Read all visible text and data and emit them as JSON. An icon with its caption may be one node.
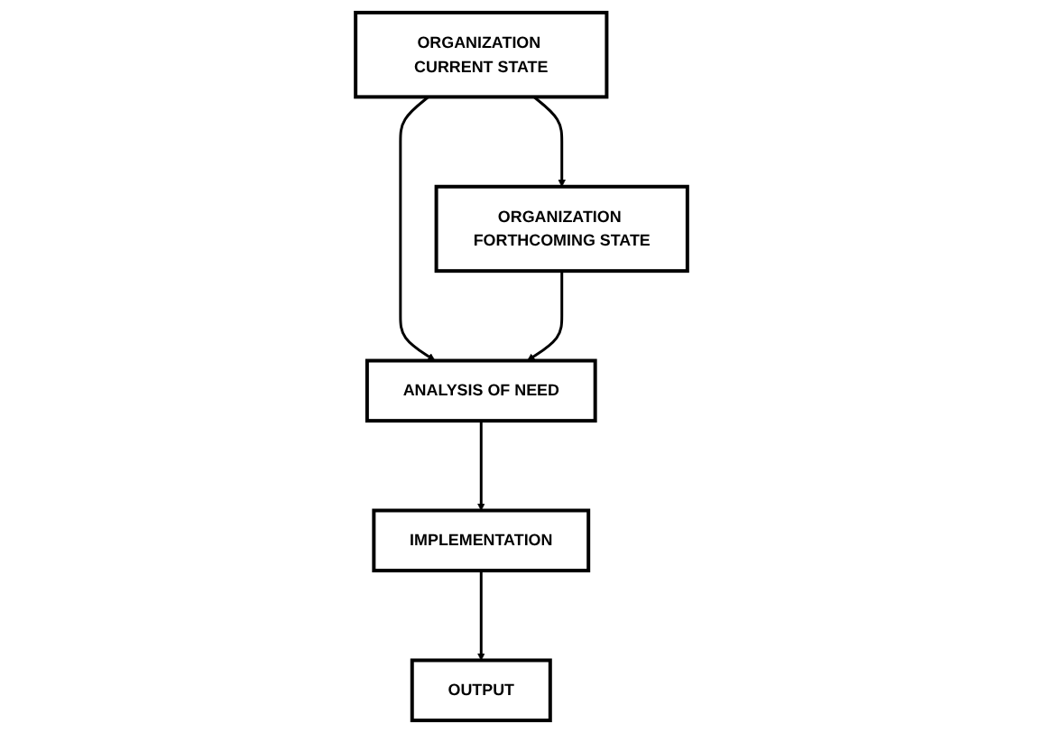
{
  "diagram": {
    "nodes": [
      {
        "text": [
          "ORGANIZATION CURRENT STATE"
        ]
      },
      {
        "text": [
          "ORGANIZATION FORTHCOMING STATE"
        ]
      },
      {
        "text": [
          "ANALYSIS OF NEED"
        ]
      },
      {
        "text": [
          "IMPLEMENTATION"
        ]
      },
      {
        "text": [
          "OUTPUT"
        ]
      }
    ],
    "edges": [
      {
        "from": 0,
        "to": 1,
        "arrow": "to"
      },
      {
        "from": 0,
        "to": 2,
        "arrow": "to"
      },
      {
        "from": 1,
        "to": 2,
        "arrow": "to"
      },
      {
        "from": 2,
        "to": 3,
        "arrow": "to"
      },
      {
        "from": 3,
        "to": 4,
        "arrow": "to"
      }
    ]
  }
}
